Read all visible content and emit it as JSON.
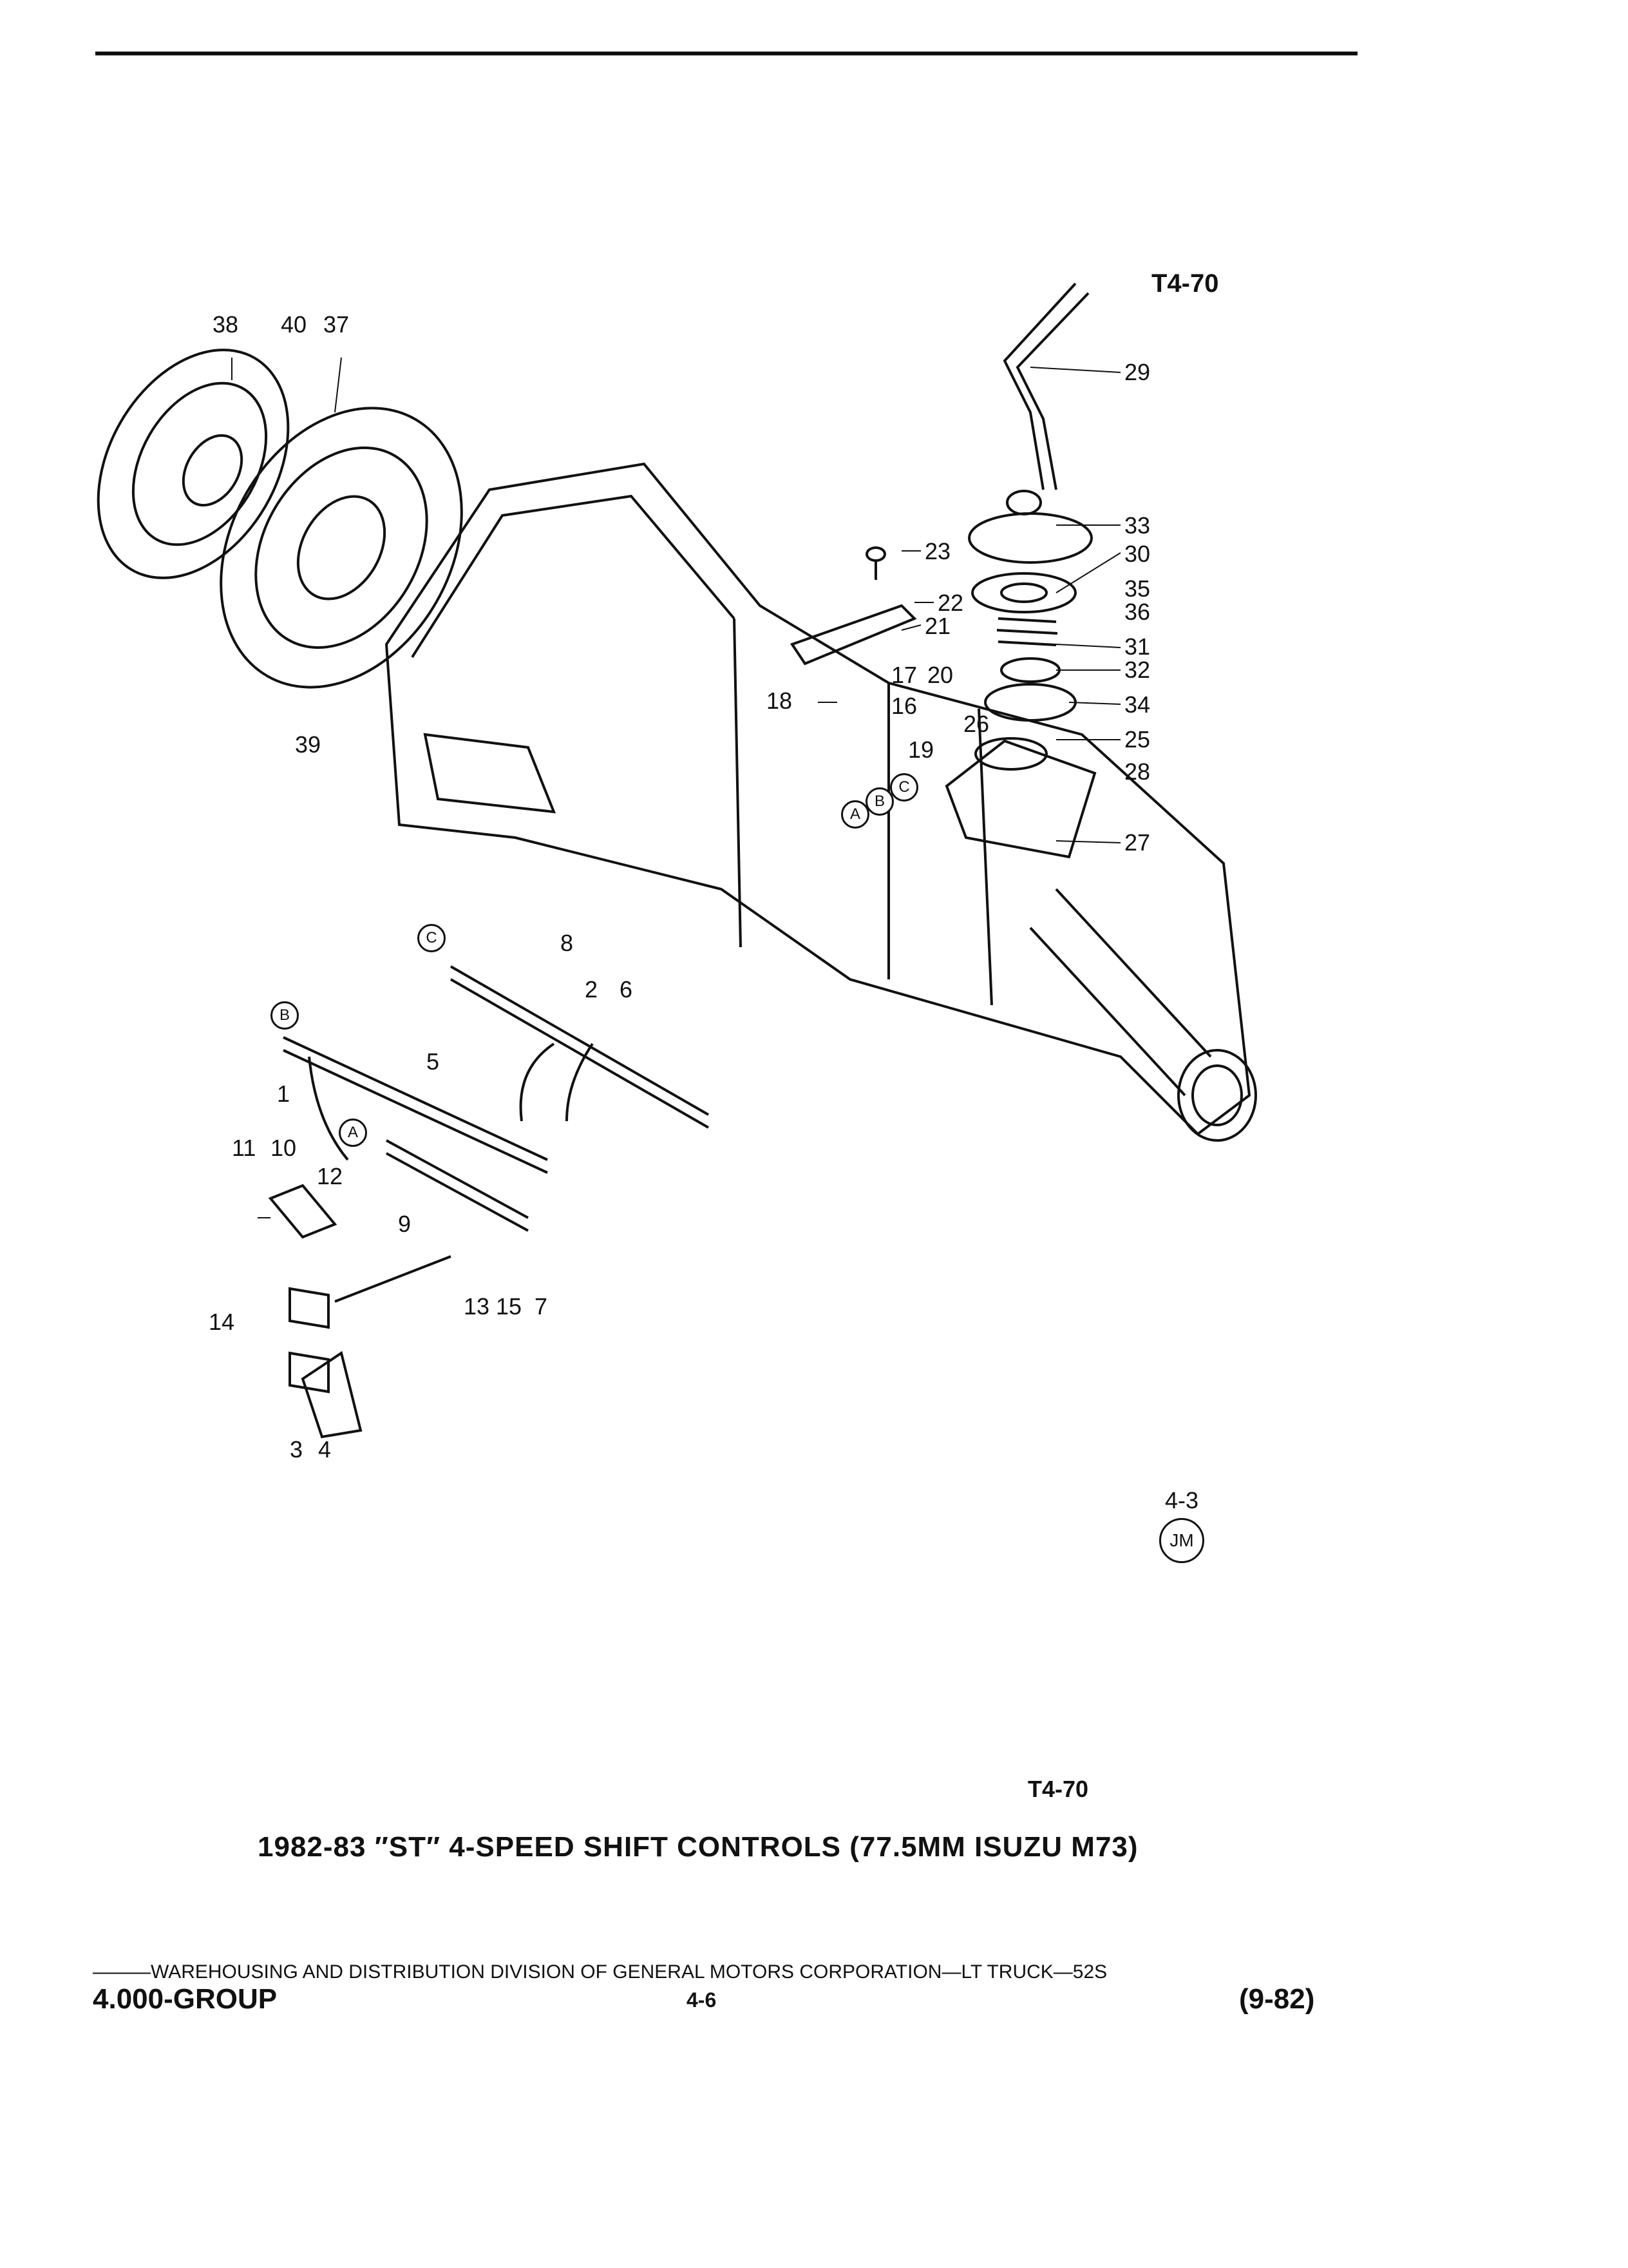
{
  "diagram": {
    "ref_top": "T4-70",
    "ref_bottom": "T4-70",
    "title": "1982-83 ″ST″ 4-SPEED SHIFT CONTROLS (77.5MM ISUZU M73)",
    "page_code": "4-3",
    "page_badge": "JM",
    "callouts": [
      "38",
      "40",
      "37",
      "39",
      "29",
      "33",
      "30",
      "35",
      "36",
      "31",
      "32",
      "34",
      "25",
      "28",
      "27",
      "23",
      "22",
      "21",
      "17",
      "20",
      "18",
      "16",
      "19",
      "26",
      "8",
      "2",
      "6",
      "1",
      "5",
      "11",
      "10",
      "12",
      "9",
      "13",
      "15",
      "7",
      "14",
      "3",
      "4"
    ],
    "circle_refs": [
      "A",
      "B",
      "C"
    ]
  },
  "footer": {
    "line": "———WAREHOUSING AND DISTRIBUTION DIVISION OF GENERAL MOTORS CORPORATION—LT TRUCK—52S",
    "group": "4.000-GROUP",
    "page": "4-6",
    "date": "(9-82)"
  }
}
